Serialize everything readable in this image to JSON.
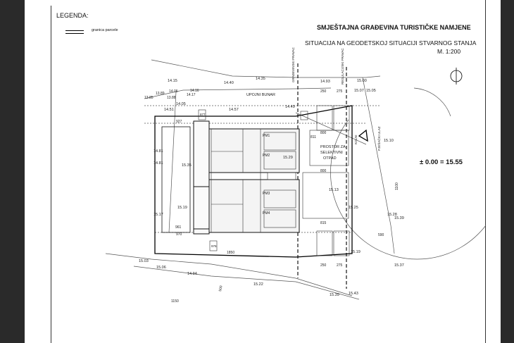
{
  "legend": {
    "title": "LEGENDA:",
    "items": [
      {
        "label": "granica parcele"
      }
    ]
  },
  "title": "SMJEŠTAJNA GRAĐEVINA TURISTIČKE NAMJENE",
  "subtitle": "SITUACIJA NA GEODETSKOJ SITUACIJI STVARNOG STANJA",
  "scale": "M. 1:200",
  "elevation_note": "± 0.00 = 15.55",
  "labels": {
    "upojni_bunar": "UPOJNI BUNAR",
    "prostor": [
      "PROSTOR ZA",
      "SELEKTIVNI",
      "OTPAD"
    ],
    "gradevinski_pravac": "GRAĐEVINSKI PRAVAC",
    "regulacijski_pravac": "REGULACIJSKI PRAVAC",
    "pjesacki_ulaz": "PJEŠAČKI ULAZ",
    "kolni_ulaz": "KOLNI",
    "parking": [
      "PM1",
      "PM2",
      "PM3",
      "PM4"
    ]
  },
  "elevations": [
    "14.15",
    "14.40",
    "14.35",
    "15.00",
    "14.93",
    "15.07",
    "15.05",
    "14.06",
    "14.16",
    "14.17",
    "13.89",
    "13.85",
    "13.88",
    "14.05",
    "14.51",
    "14.57",
    "14.49",
    "14.81",
    "14.81",
    "15.35",
    "15.19",
    "15.17",
    "15.13",
    "15.10",
    "15.29",
    "15.25",
    "15.28",
    "15.39",
    "15.19",
    "15.37",
    "15.03",
    "15.06",
    "14.94",
    "15.22",
    "15.43",
    "15.39"
  ],
  "dimensions": [
    "250",
    "275",
    "800",
    "800",
    "590",
    "1850",
    "1150",
    "500",
    "250",
    "275",
    "1100",
    "961"
  ],
  "room_codes": [
    "927",
    "811",
    "815",
    "970",
    "877",
    "976"
  ]
}
